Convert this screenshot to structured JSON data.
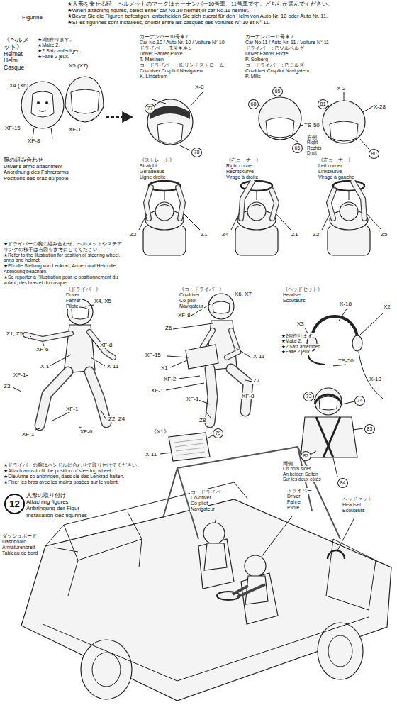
{
  "diagram": {
    "nodes": [
      {
        "text": [
          "12"
        ]
      }
    ],
    "labels": [
      "Figurine",
      "★人形を乗せる時、ヘルメットのマークはカーナンバー10号車、11号車です。どちらか選んでください。",
      "★When attaching figures, select either car No.10 helmet or car No.11 helmet.",
      "★Bevor Sie die Figuren befestigen, entscheiden Sie sich zuerst für den Helm von Auto Nr. 10 oder Auto Nr. 11.",
      "★Si les figurines sont installées, choisir entre les casques des voitures N° 10 et N° 11.",
      "《ヘルメット》",
      "Helmet",
      "Helm",
      "Casque",
      "★2個作ります。",
      "★Make 2.",
      "★2 Satz anfertigen.",
      "★Faire 2 jeux.",
      "X5 (X7)",
      "X4 (X6)",
      "XF-15",
      "XF-8",
      "XF-1",
      "カーナンバー10号車 /",
      "Car No.10 / Auto Nr. 10 / Voiture N° 10",
      "ドライバー：T.マキネン",
      "Driver Fahrer Pilote",
      "T. Makinen",
      "コ・ドライバー：K.リンドストローム",
      "Co-driver Co-pilot Navigateur",
      "K. Lindstrom",
      "X-8",
      "77",
      "78",
      "カーナンバー11号車 /",
      "Car No.11 / Auto Nr. 11 / Voiture N° 11",
      "ドライバー：P.ソルベルグ",
      "Driver Fahrer Pilote",
      "P. Solberg",
      "コ・ドライバー：P.ミルズ",
      "Co-driver Co-pilot Navigateur",
      "P. Mills",
      "65",
      "68",
      "TS-50",
      "66",
      "右側",
      "Right",
      "Rechts",
      "Droit",
      "81",
      "X-2",
      "X-28",
      "80",
      "腕の組み合わせ",
      "Driver's arms attachment",
      "Anordnung des Fahrerarms",
      "Positions des bras du pilote",
      "《ストレート》",
      "Straight",
      "Geradeaus",
      "Ligne droite",
      "《右コーナー》",
      "Right corner",
      "Rechtskurve",
      "Virage à droite",
      "《左コーナー》",
      "Left corner",
      "Linkskurve",
      "Virage à gauche",
      "Z2",
      "Z1",
      "Z4",
      "Z1",
      "Z2",
      "Z5",
      "★ドライバーの腕の組み合わせ、ヘルメットやステアリングの様子は右図を参考にしてください。",
      "★Refer to the illustration for position of steering wheel, arms and helmet.",
      "★Für die Stellung von Lenkrad, Armen und Helm die Abbildung beachten.",
      "★Se reporter à l'illustration pour le positionnement du volant, des bras et du casque.",
      "《ドライバー》",
      "Driver",
      "Fahrer",
      "Pilote",
      "X4, X5",
      "《コ・ドライバー》",
      "Co-driver",
      "Co-pilot",
      "Navigateur",
      "X6, X7",
      "《ヘッドセット》",
      "Headset",
      "Ecouteurs",
      "X-18",
      "X2",
      "X3",
      "★2個作ります。",
      "★Make 2.",
      "★2 Satz anfertigen.",
      "★Faire 2 jeux.",
      "TS-50",
      "X-18",
      "Z1, Z5",
      "XF-6",
      "XF-8",
      "X-1",
      "X-11",
      "XF-1",
      "Z3",
      "XF-1",
      "XF-6",
      "Z2, Z4",
      "XF-1",
      "XF-8",
      "Z6",
      "XF-15",
      "X-11",
      "X1",
      "XF-2",
      "XF-1",
      "Z7",
      "XF-8",
      "XF-1",
      "Z8",
      "73",
      "74",
      "83",
      "82",
      "両側",
      "On both sides",
      "An beiden Seiten",
      "Sur les deux côtés",
      "84",
      "《X1》",
      "X-11",
      "79",
      "★ドライバーの腕はハンドルに合わせて取り付けてください。",
      "★Attach arms to fit the position of steering wheel.",
      "★Die Arme so anbringen, dass sie das Lenkrad halten.",
      "★Fixer les bras avec les mains posées sur le volant.",
      "人形の取り付け",
      "Attaching figures",
      "Anbringung der Figur",
      "Installation des figurines",
      "ダッシュボード",
      "Dashboard",
      "Armaturenbrett",
      "Tableau de bord",
      "コ・ドライバー",
      "Co-driver",
      "Co-pilot",
      "Navigateur",
      "ドライバー",
      "Driver",
      "Fahrer",
      "Pilote",
      "ヘッドセット",
      "Headset",
      "Ecouteurs"
    ]
  }
}
